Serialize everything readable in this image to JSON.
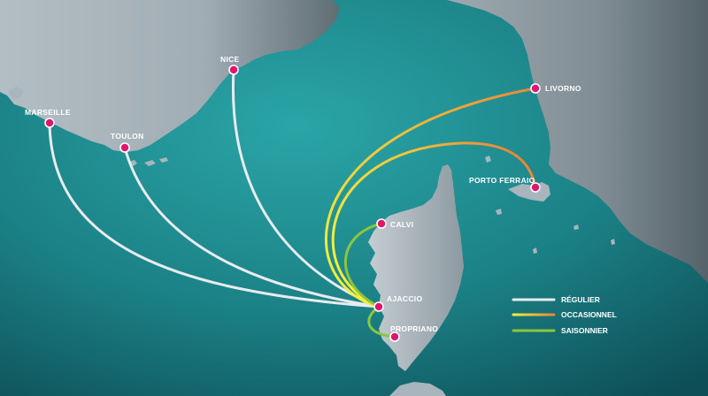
{
  "colors": {
    "sea_dark": "#0e4f57",
    "sea_light": "#2aa5a7",
    "land": "#a8b5bc",
    "land_dark": "#6f8088",
    "port": "#e0166e",
    "regular": "#e8ecef",
    "occasional_start": "#f3ee3a",
    "occasional_end": "#e8873a",
    "seasonal": "#8cc63f"
  },
  "ports": {
    "marseille": "MARSEILLE",
    "toulon": "TOULON",
    "nice": "NICE",
    "livorno": "LIVORNO",
    "porto_ferraio": "PORTO FERRAIO",
    "calvi": "CALVI",
    "ajaccio": "AJACCIO",
    "propriano": "PROPRIANO"
  },
  "legend": {
    "regular": "RÉGULIER",
    "occasional": "OCCASIONNEL",
    "seasonal": "SAISONNIER"
  }
}
